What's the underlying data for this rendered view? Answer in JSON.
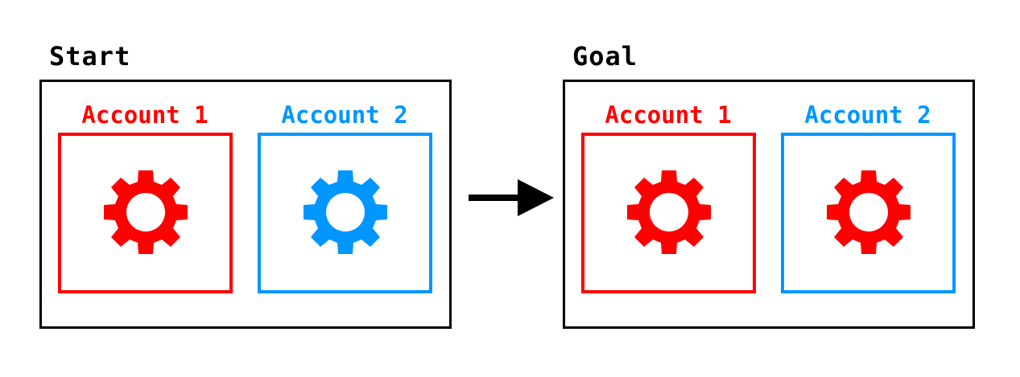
{
  "colors": {
    "account1": "#ff0000",
    "account2": "#0096ff",
    "frame": "#000000"
  },
  "panels": [
    {
      "title": "Start",
      "accounts": [
        {
          "label": "Account 1",
          "color": "#ff0000",
          "icon": "gear-icon",
          "icon_color": "#ff0000"
        },
        {
          "label": "Account 2",
          "color": "#0096ff",
          "icon": "gear-icon",
          "icon_color": "#0096ff"
        }
      ]
    },
    {
      "title": "Goal",
      "accounts": [
        {
          "label": "Account 1",
          "color": "#ff0000",
          "icon": "gear-icon",
          "icon_color": "#ff0000"
        },
        {
          "label": "Account 2",
          "color": "#0096ff",
          "icon": "gear-icon",
          "icon_color": "#ff0000"
        }
      ]
    }
  ],
  "connector": {
    "icon": "arrow-right-icon"
  }
}
